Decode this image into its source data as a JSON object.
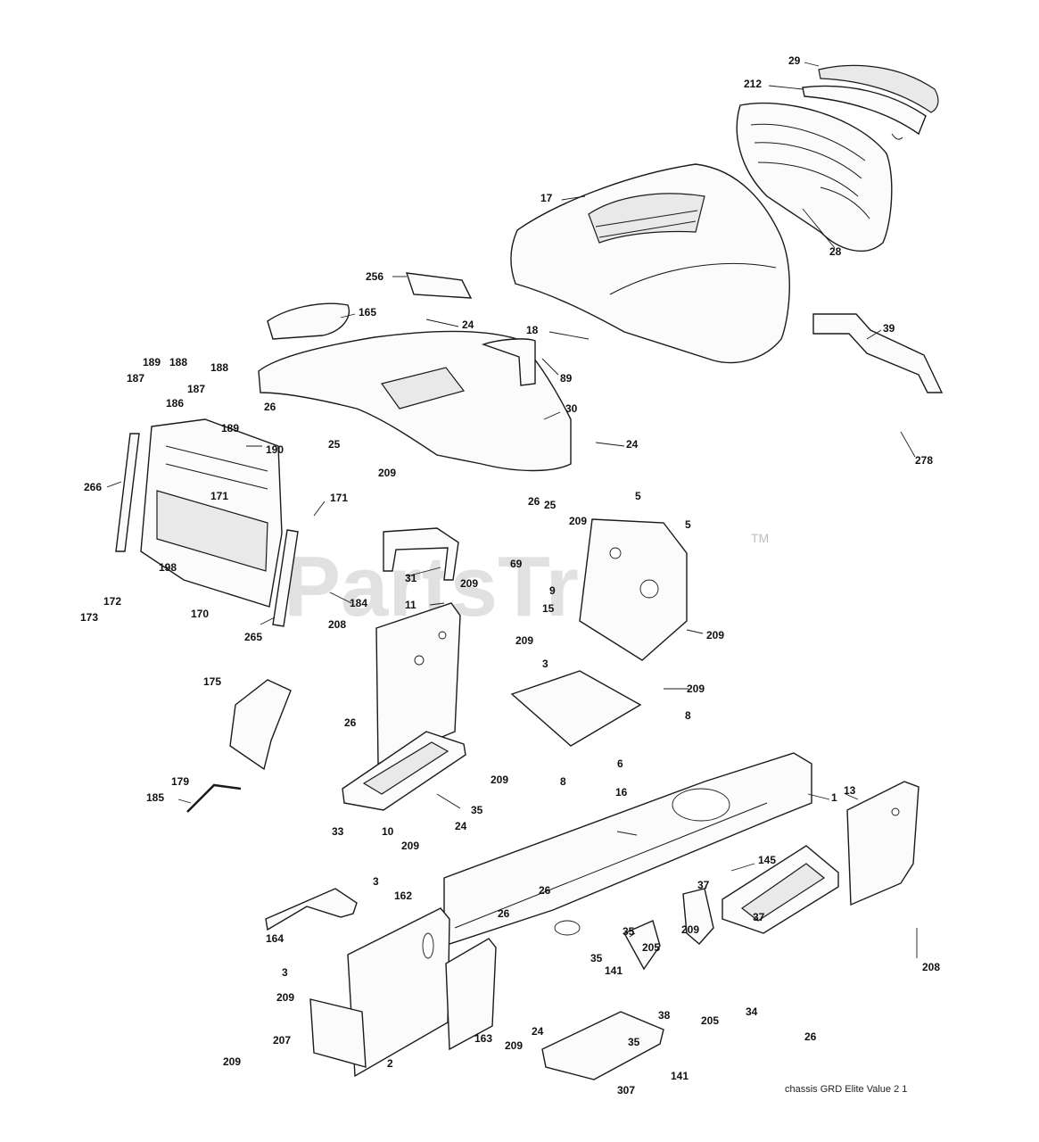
{
  "watermark": {
    "text": "PartsTree",
    "tm": "TM"
  },
  "footer": {
    "text": "chassis GRD  Elite Value  2  1"
  },
  "callouts": [
    {
      "id": "c-29",
      "text": "29"
    },
    {
      "id": "c-212",
      "text": "212"
    },
    {
      "id": "c-17",
      "text": "17"
    },
    {
      "id": "c-28",
      "text": "28"
    },
    {
      "id": "c-256",
      "text": "256"
    },
    {
      "id": "c-165a",
      "text": "165"
    },
    {
      "id": "c-24a",
      "text": "24"
    },
    {
      "id": "c-18",
      "text": "18"
    },
    {
      "id": "c-39",
      "text": "39"
    },
    {
      "id": "c-89",
      "text": "89"
    },
    {
      "id": "c-189a",
      "text": "189"
    },
    {
      "id": "c-188a",
      "text": "188"
    },
    {
      "id": "c-188b",
      "text": "188"
    },
    {
      "id": "c-187a",
      "text": "187"
    },
    {
      "id": "c-187b",
      "text": "187"
    },
    {
      "id": "c-186",
      "text": "186"
    },
    {
      "id": "c-189b",
      "text": "189"
    },
    {
      "id": "c-26a",
      "text": "26"
    },
    {
      "id": "c-25a",
      "text": "25"
    },
    {
      "id": "c-30",
      "text": "30"
    },
    {
      "id": "c-24b",
      "text": "24"
    },
    {
      "id": "c-190",
      "text": "190"
    },
    {
      "id": "c-266",
      "text": "266"
    },
    {
      "id": "c-171a",
      "text": "171"
    },
    {
      "id": "c-171b",
      "text": "171"
    },
    {
      "id": "c-209a",
      "text": "209"
    },
    {
      "id": "c-26b",
      "text": "26"
    },
    {
      "id": "c-25b",
      "text": "25"
    },
    {
      "id": "c-5a",
      "text": "5"
    },
    {
      "id": "c-5b",
      "text": "5"
    },
    {
      "id": "c-278",
      "text": "278"
    },
    {
      "id": "c-209b",
      "text": "209"
    },
    {
      "id": "c-69",
      "text": "69"
    },
    {
      "id": "c-198",
      "text": "198"
    },
    {
      "id": "c-31",
      "text": "31"
    },
    {
      "id": "c-209c",
      "text": "209"
    },
    {
      "id": "c-9",
      "text": "9"
    },
    {
      "id": "c-184",
      "text": "184"
    },
    {
      "id": "c-172",
      "text": "172"
    },
    {
      "id": "c-170",
      "text": "170"
    },
    {
      "id": "c-173",
      "text": "173"
    },
    {
      "id": "c-265",
      "text": "265"
    },
    {
      "id": "c-11",
      "text": "11"
    },
    {
      "id": "c-15",
      "text": "15"
    },
    {
      "id": "c-208a",
      "text": "208"
    },
    {
      "id": "c-209d",
      "text": "209"
    },
    {
      "id": "c-209e",
      "text": "209"
    },
    {
      "id": "c-3a",
      "text": "3"
    },
    {
      "id": "c-209f",
      "text": "209"
    },
    {
      "id": "c-175",
      "text": "175"
    },
    {
      "id": "c-8a",
      "text": "8"
    },
    {
      "id": "c-26c",
      "text": "26"
    },
    {
      "id": "c-6",
      "text": "6"
    },
    {
      "id": "c-209g",
      "text": "209"
    },
    {
      "id": "c-8b",
      "text": "8"
    },
    {
      "id": "c-179",
      "text": "179"
    },
    {
      "id": "c-16",
      "text": "16"
    },
    {
      "id": "c-1",
      "text": "1"
    },
    {
      "id": "c-13",
      "text": "13"
    },
    {
      "id": "c-185",
      "text": "185"
    },
    {
      "id": "c-35a",
      "text": "35"
    },
    {
      "id": "c-33",
      "text": "33"
    },
    {
      "id": "c-10",
      "text": "10"
    },
    {
      "id": "c-24c",
      "text": "24"
    },
    {
      "id": "c-209h",
      "text": "209"
    },
    {
      "id": "c-145",
      "text": "145"
    },
    {
      "id": "c-37a",
      "text": "37"
    },
    {
      "id": "c-3b",
      "text": "3"
    },
    {
      "id": "c-162",
      "text": "162"
    },
    {
      "id": "c-26d",
      "text": "26"
    },
    {
      "id": "c-37b",
      "text": "37"
    },
    {
      "id": "c-26e",
      "text": "26"
    },
    {
      "id": "c-209i",
      "text": "209"
    },
    {
      "id": "c-164",
      "text": "164"
    },
    {
      "id": "c-35b",
      "text": "35"
    },
    {
      "id": "c-3c",
      "text": "3"
    },
    {
      "id": "c-205a",
      "text": "205"
    },
    {
      "id": "c-208b",
      "text": "208"
    },
    {
      "id": "c-35c",
      "text": "35"
    },
    {
      "id": "c-141a",
      "text": "141"
    },
    {
      "id": "c-209j",
      "text": "209"
    },
    {
      "id": "c-38",
      "text": "38"
    },
    {
      "id": "c-205b",
      "text": "205"
    },
    {
      "id": "c-34",
      "text": "34"
    },
    {
      "id": "c-207",
      "text": "207"
    },
    {
      "id": "c-163",
      "text": "163"
    },
    {
      "id": "c-209k",
      "text": "209"
    },
    {
      "id": "c-24d",
      "text": "24"
    },
    {
      "id": "c-26f",
      "text": "26"
    },
    {
      "id": "c-35d",
      "text": "35"
    },
    {
      "id": "c-209l",
      "text": "209"
    },
    {
      "id": "c-2",
      "text": "2"
    },
    {
      "id": "c-141b",
      "text": "141"
    },
    {
      "id": "c-307",
      "text": "307"
    }
  ]
}
